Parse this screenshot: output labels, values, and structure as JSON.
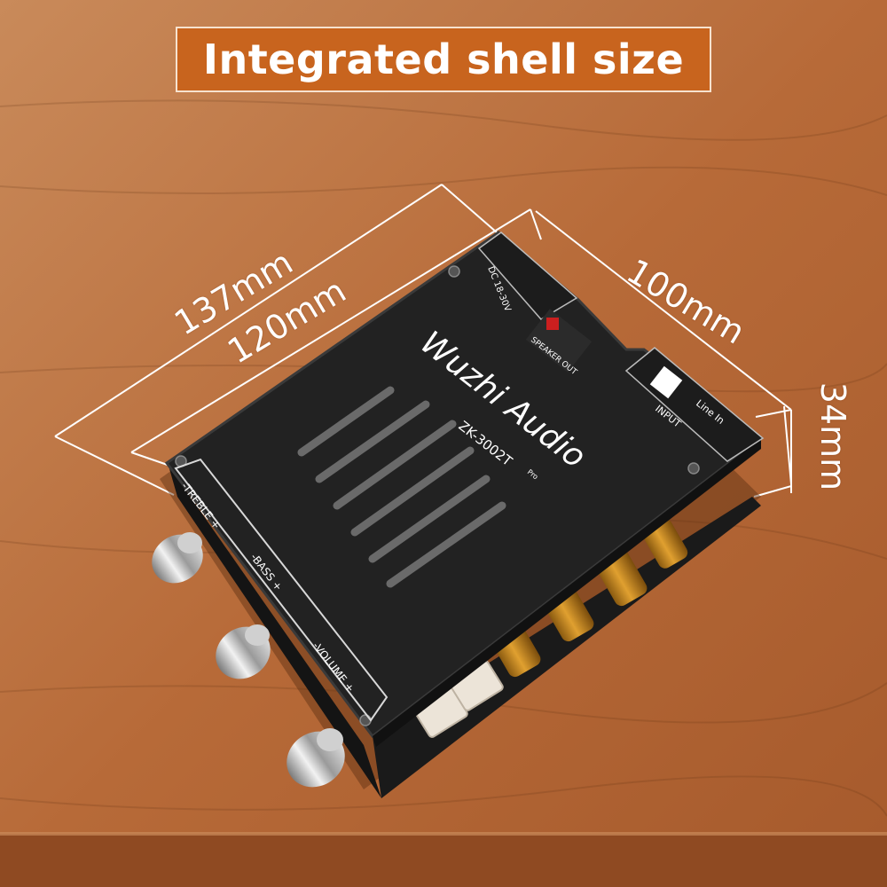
{
  "banner": {
    "title": "Integrated shell size"
  },
  "dimensions": {
    "length_outer": "137mm",
    "length_inner": "120mm",
    "width": "100mm",
    "height": "34mm"
  },
  "product": {
    "brand": "Wuzhi Audio",
    "model": "ZK-3002T",
    "model_suffix": "Pro",
    "power_label": "DC 18-30V",
    "speaker_out": "SPEAKER OUT",
    "input_title": "INPUT",
    "input_port": "Line In",
    "knobs": [
      "-TREBLE +",
      "-BASS +",
      "-VOLUME +"
    ]
  },
  "colors": {
    "banner": "#c8641e",
    "background": "#b86b3c",
    "panel": "#1f1f1f",
    "label": "#ffffff"
  }
}
